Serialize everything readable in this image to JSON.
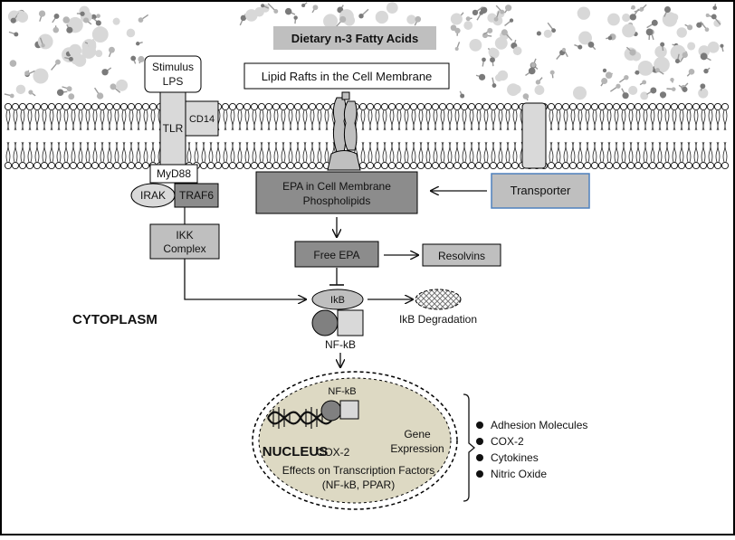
{
  "header": {
    "dietary_label": "Dietary n-3 Fatty Acids",
    "lipid_rafts_label": "Lipid Rafts in the Cell Membrane"
  },
  "receptor": {
    "stimulus_line1": "Stimulus",
    "stimulus_line2": "LPS",
    "tlr_label": "TLR",
    "cd14_label": "CD14",
    "myd88_label": "MyD88",
    "irak_label": "IRAK",
    "traf6_label": "TRAF6",
    "ikk_line1": "IKK",
    "ikk_line2": "Complex"
  },
  "pathway": {
    "epa_membrane_line1": "EPA in Cell Membrane",
    "epa_membrane_line2": "Phospholipids",
    "transporter_label": "Transporter",
    "free_epa_label": "Free EPA",
    "resolvins_label": "Resolvins",
    "ikb_label": "IkB",
    "ikb_degradation_label": "IkB Degradation",
    "nfkb_label": "NF-kB",
    "cytoplasm_label": "CYTOPLASM"
  },
  "nucleus": {
    "nfkb_label": "NF-kB",
    "nucleus_label": "NUCLEUS",
    "cox2_label": "COX-2",
    "gene_line1": "Gene",
    "gene_line2": "Expression",
    "effects_line1": "Effects on Transcription Factors",
    "effects_line2": "(NF-kB, PPAR)"
  },
  "outputs": {
    "items": [
      "Adhesion Molecules",
      "COX-2",
      "Cytokines",
      "Nitric Oxide"
    ]
  },
  "colors": {
    "dark_box": "#8c8c8c",
    "mid_box": "#bfbfbf",
    "light_box": "#d9d9d9",
    "nucleus_fill": "#ddd9c3",
    "transporter_border": "#4f81bd"
  }
}
